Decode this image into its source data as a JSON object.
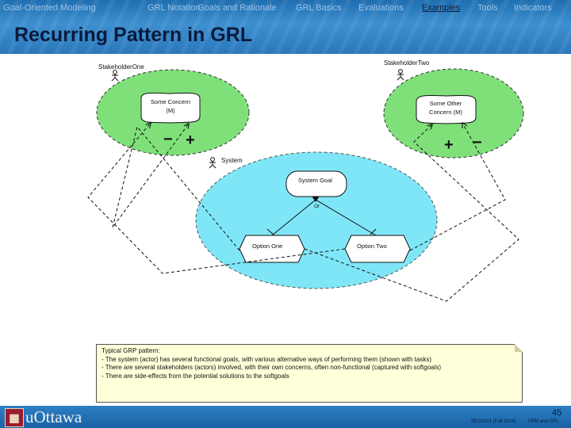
{
  "nav": {
    "items": [
      "Goal-Oriented Modeling",
      "GRL Notation",
      "Goals and Rationale",
      "GRL Basics",
      "Evaluations",
      "Examples",
      "Tools",
      "Indicators"
    ],
    "active_index": 5
  },
  "slide": {
    "title": "Recurring Pattern in GRL"
  },
  "diagram": {
    "actors": [
      "StakeholderOne",
      "StakeholderTwo",
      "System"
    ],
    "softgoals": [
      "Some Concern",
      "(M)",
      "Some Other",
      "Concern  (M)"
    ],
    "goal": "System Goal",
    "decomposition": "Or",
    "tasks": [
      "Option One",
      "Option Two"
    ],
    "contributions": [
      "−",
      "+",
      "+",
      "−"
    ]
  },
  "note": {
    "lines": [
      "Typical GRP pattern:",
      "- The system (actor) has several functional goals, with various alternative ways of performing them (shown with tasks)",
      "- There are several stakeholders (actors) involved, with their own concerns, often non-functional (captured with softgoals)",
      "- There are side-effects from the potential solutions to the softgoals"
    ]
  },
  "footer": {
    "logo_text": "uOttawa",
    "page_number": "45",
    "course": "SEG3101 (Fall 2014)",
    "topic": "URN and GRL"
  },
  "colors": {
    "header_blue": "#2a78ba",
    "stakeholder_green": "#7fe07a",
    "system_cyan": "#7fe6f7",
    "note_yellow": "#ffffd9"
  }
}
